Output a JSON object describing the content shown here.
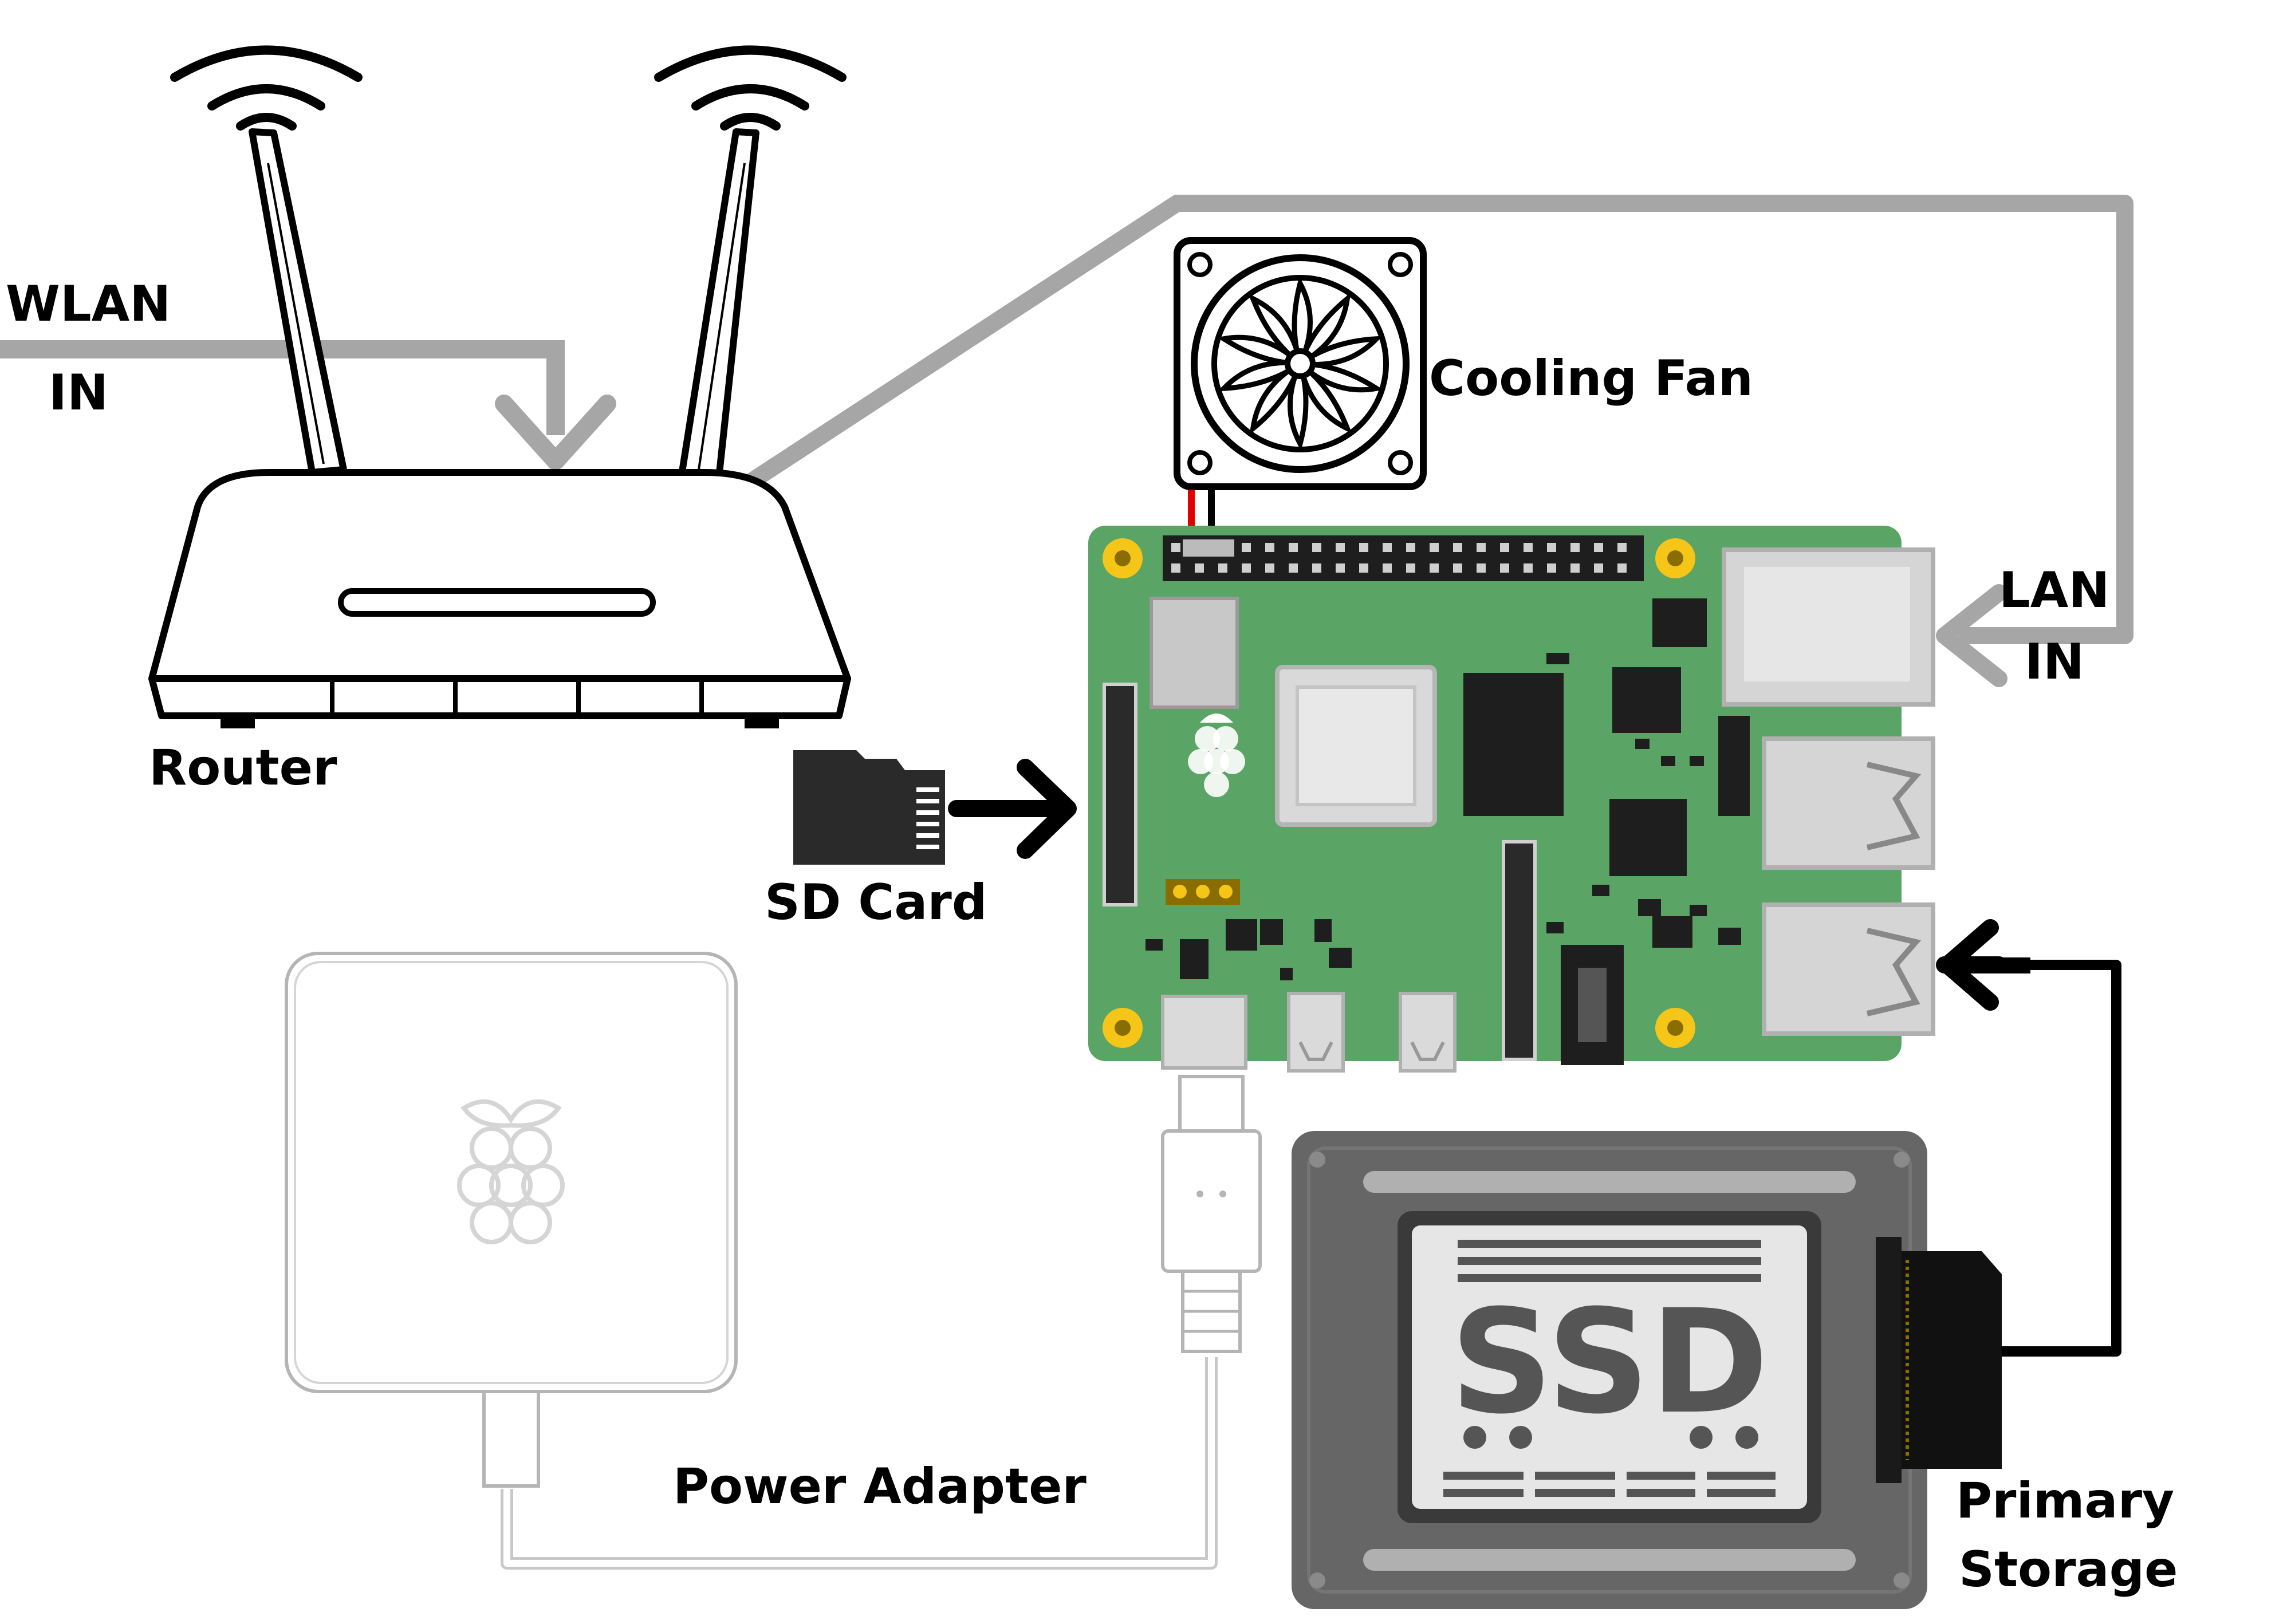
{
  "labels": {
    "wlan_line1": "WLAN",
    "wlan_line2": "IN",
    "router": "Router",
    "cooling_fan": "Cooling Fan",
    "lan_line1": "LAN",
    "lan_line2": "IN",
    "sd_card": "SD Card",
    "power_adapter": "Power Adapter",
    "primary_line1": "Primary",
    "primary_line2": "Storage",
    "ssd": "SSD"
  },
  "colors": {
    "network_cable": "#a6a6a6",
    "data_arrow": "#000000",
    "pcb": "#5aa465",
    "ssd_body": "#666666",
    "power_cable": "#cccccc",
    "mount_hole": "#f5c518"
  },
  "icons": [
    "wifi-signal-icon",
    "raspberry-logo-icon",
    "fan-icon",
    "sd-card-icon"
  ]
}
